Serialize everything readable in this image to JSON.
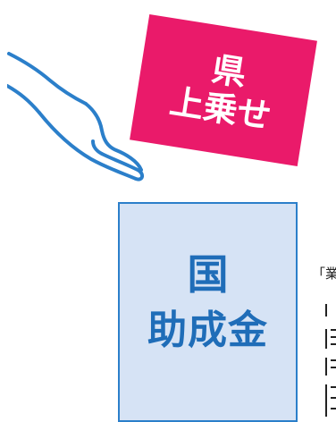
{
  "pink_card": {
    "line1": "県",
    "line2": "上乗せ",
    "color": "#ea1a6a"
  },
  "blue_box": {
    "line1": "国",
    "line2": "助成金",
    "text_color": "#1f6db8",
    "fill_color": "#d6e3f5"
  },
  "side_text": "「業",
  "icons": {
    "hand": "hand-outline-icon"
  }
}
